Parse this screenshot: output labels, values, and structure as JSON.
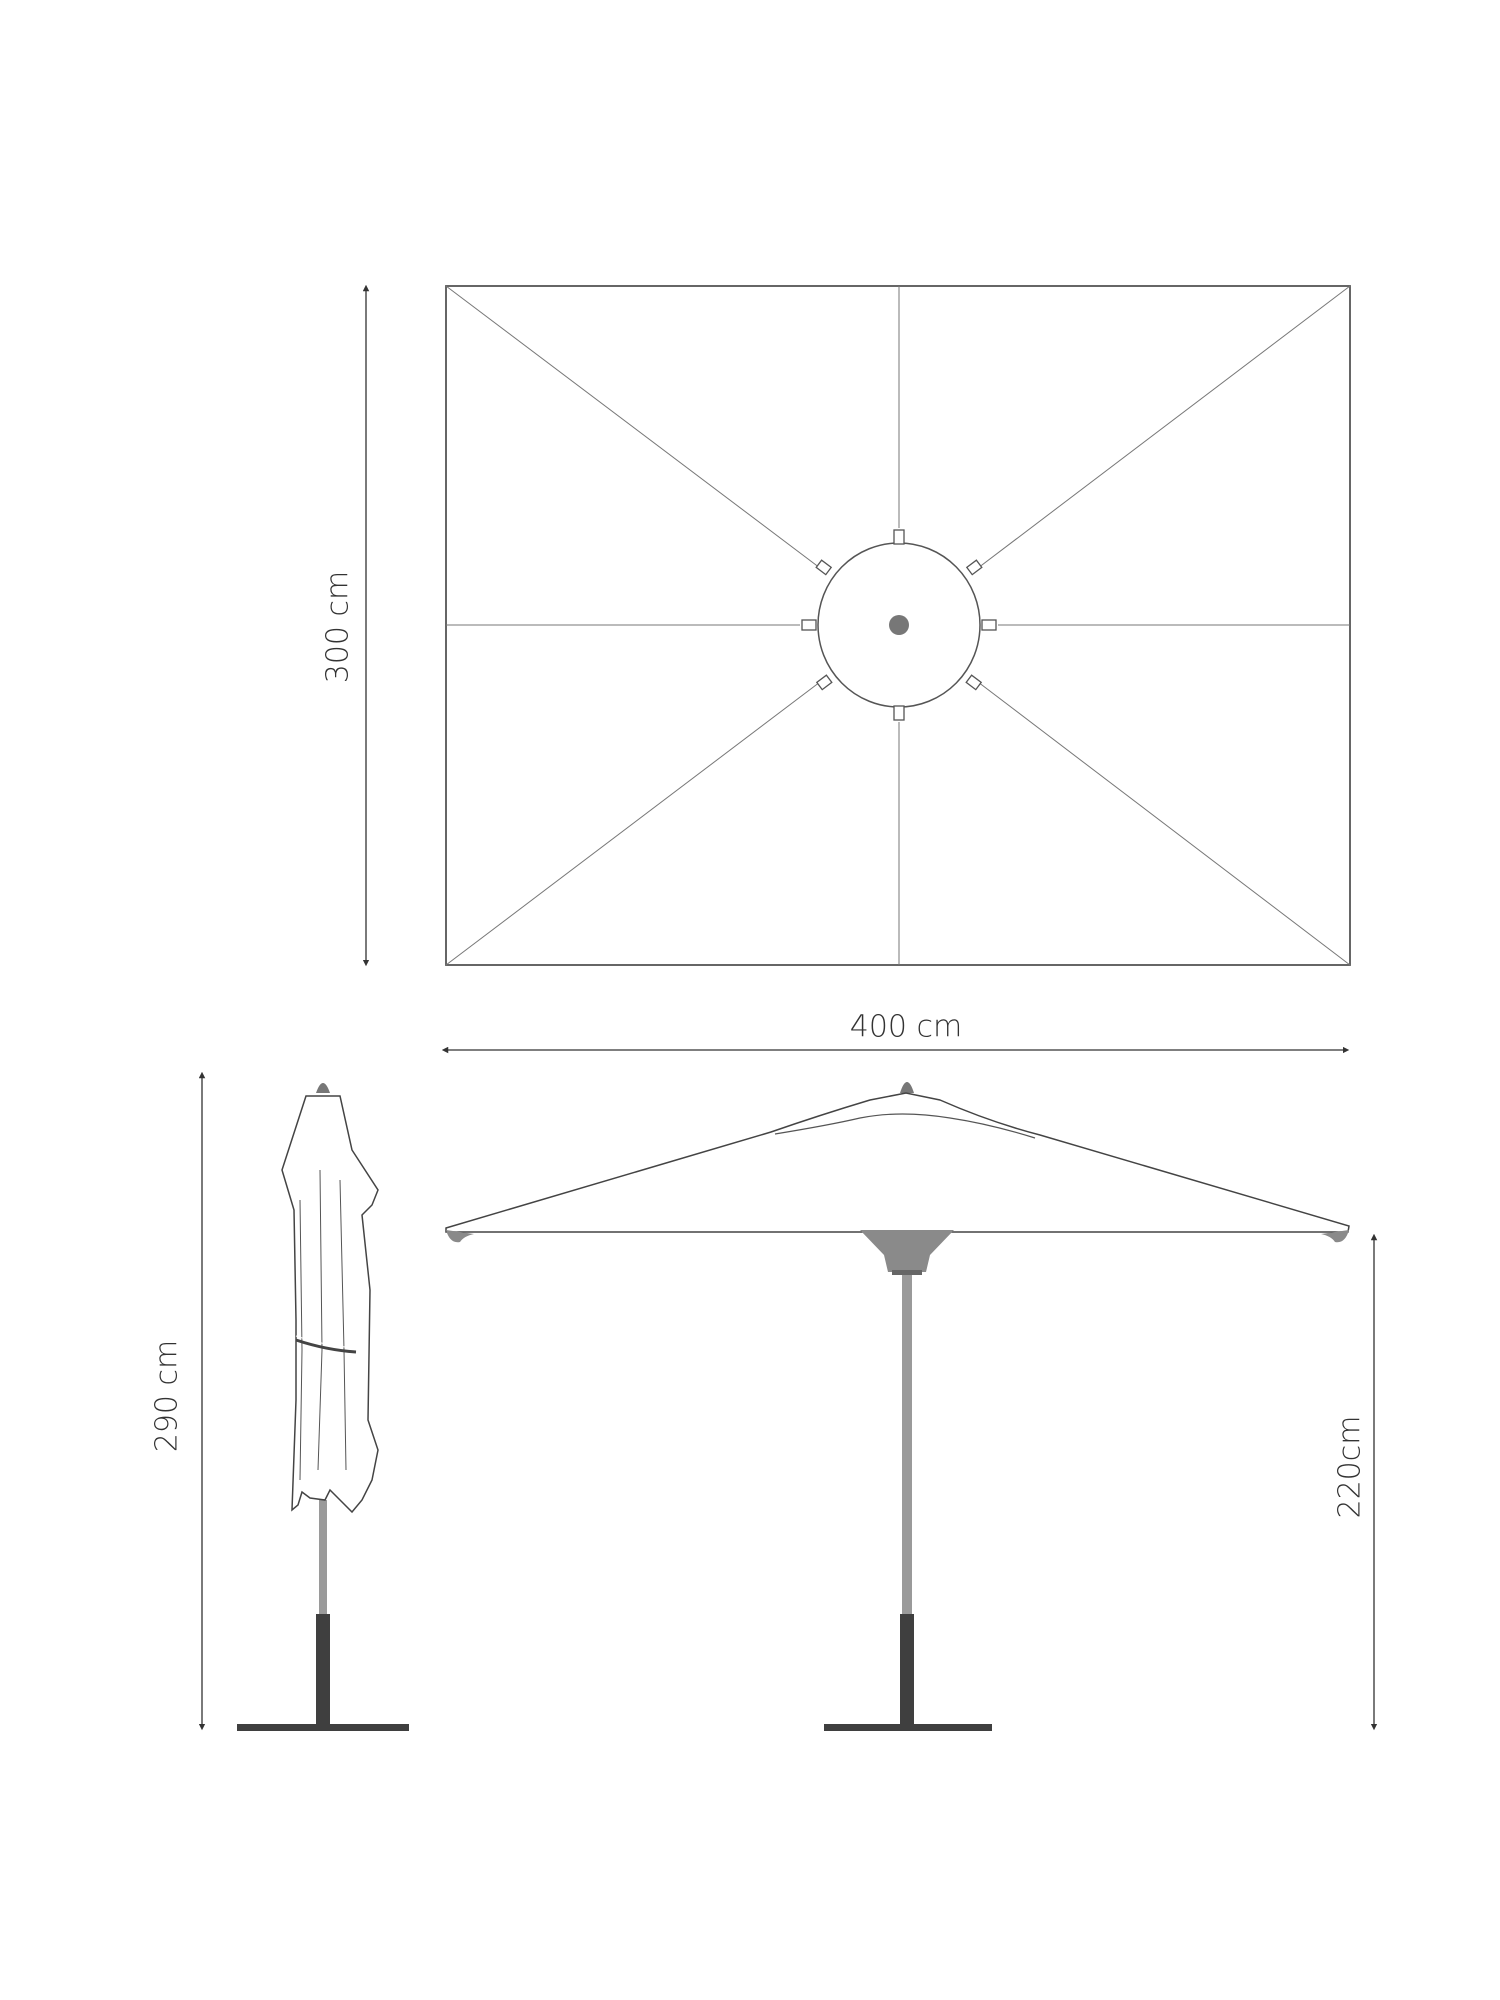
{
  "dimensions": {
    "width_label": "400 cm",
    "depth_label": "300 cm",
    "total_height_label": "290 cm",
    "clearance_label": "220cm"
  },
  "colors": {
    "line": "#555555",
    "pole": "#9a9a9a",
    "base": "#3f3f3f",
    "text": "#333333"
  }
}
